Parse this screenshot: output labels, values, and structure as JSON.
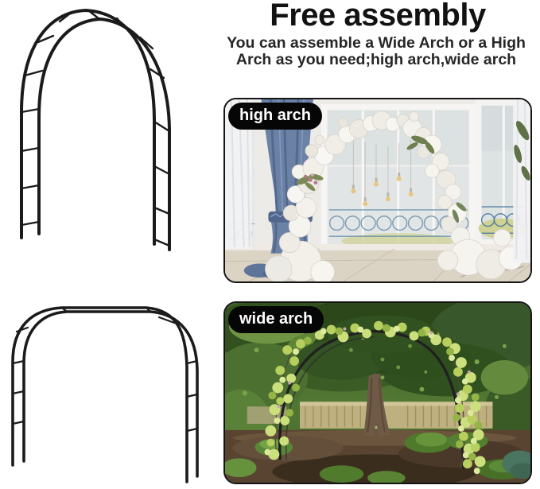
{
  "header": {
    "title": "Free assembly",
    "subtitle_line1": "You can assemble a Wide Arch or a High",
    "subtitle_line2": "Arch as you need;high arch,wide arch"
  },
  "photos": {
    "high": {
      "label": "high arch"
    },
    "wide": {
      "label": "wide arch"
    }
  },
  "colors": {
    "background": "#ffffff",
    "title_text": "#121212",
    "subtitle_text": "#272727",
    "label_pill_bg": "#060606",
    "label_pill_text": "#ffffff",
    "photo_border": "#141414",
    "drawing_stroke": "#1b1b1b"
  }
}
